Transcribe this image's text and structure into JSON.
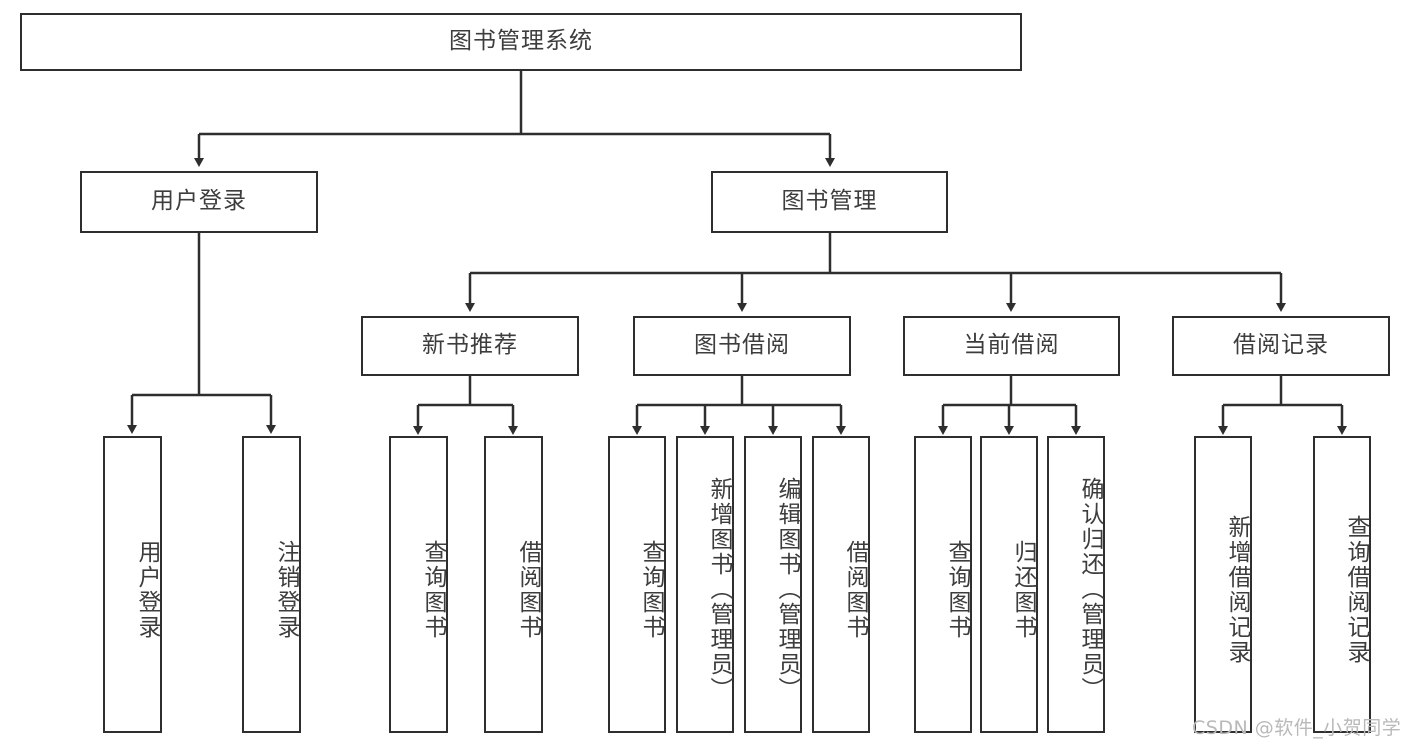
{
  "diagram": {
    "type": "tree-hierarchy",
    "title_node": {
      "label": "图书管理系统",
      "orientation": "horizontal"
    },
    "level2": [
      {
        "label": "用户登录",
        "orientation": "horizontal"
      },
      {
        "label": "图书管理",
        "orientation": "horizontal"
      }
    ],
    "level3": [
      {
        "label": "新书推荐",
        "orientation": "horizontal"
      },
      {
        "label": "图书借阅",
        "orientation": "horizontal"
      },
      {
        "label": "当前借阅",
        "orientation": "horizontal"
      },
      {
        "label": "借阅记录",
        "orientation": "horizontal"
      }
    ],
    "leaves": {
      "user_login": [
        {
          "label": "用户登录",
          "orientation": "vertical"
        },
        {
          "label": "注销登录",
          "orientation": "vertical"
        }
      ],
      "new_book_recommend": [
        {
          "label": "查询图书",
          "orientation": "vertical"
        },
        {
          "label": "借阅图书",
          "orientation": "vertical"
        }
      ],
      "book_borrow": [
        {
          "label": "查询图书",
          "orientation": "vertical"
        },
        {
          "label": "新增图书（管理员）",
          "orientation": "vertical"
        },
        {
          "label": "编辑图书（管理员）",
          "orientation": "vertical"
        },
        {
          "label": "借阅图书",
          "orientation": "vertical"
        }
      ],
      "current_borrow": [
        {
          "label": "查询图书",
          "orientation": "vertical"
        },
        {
          "label": "归还图书",
          "orientation": "vertical"
        },
        {
          "label": "确认归还（管理员）",
          "orientation": "vertical"
        }
      ],
      "borrow_record": [
        {
          "label": "新增借阅记录",
          "orientation": "vertical"
        },
        {
          "label": "查询借阅记录",
          "orientation": "vertical"
        }
      ]
    },
    "colors": {
      "border": "#2e2e2e",
      "text": "#3d3d3d",
      "background": "#ffffff",
      "watermark": "#b9b9b9"
    }
  },
  "watermark": {
    "text": "CSDN @软件_小贺同学"
  }
}
